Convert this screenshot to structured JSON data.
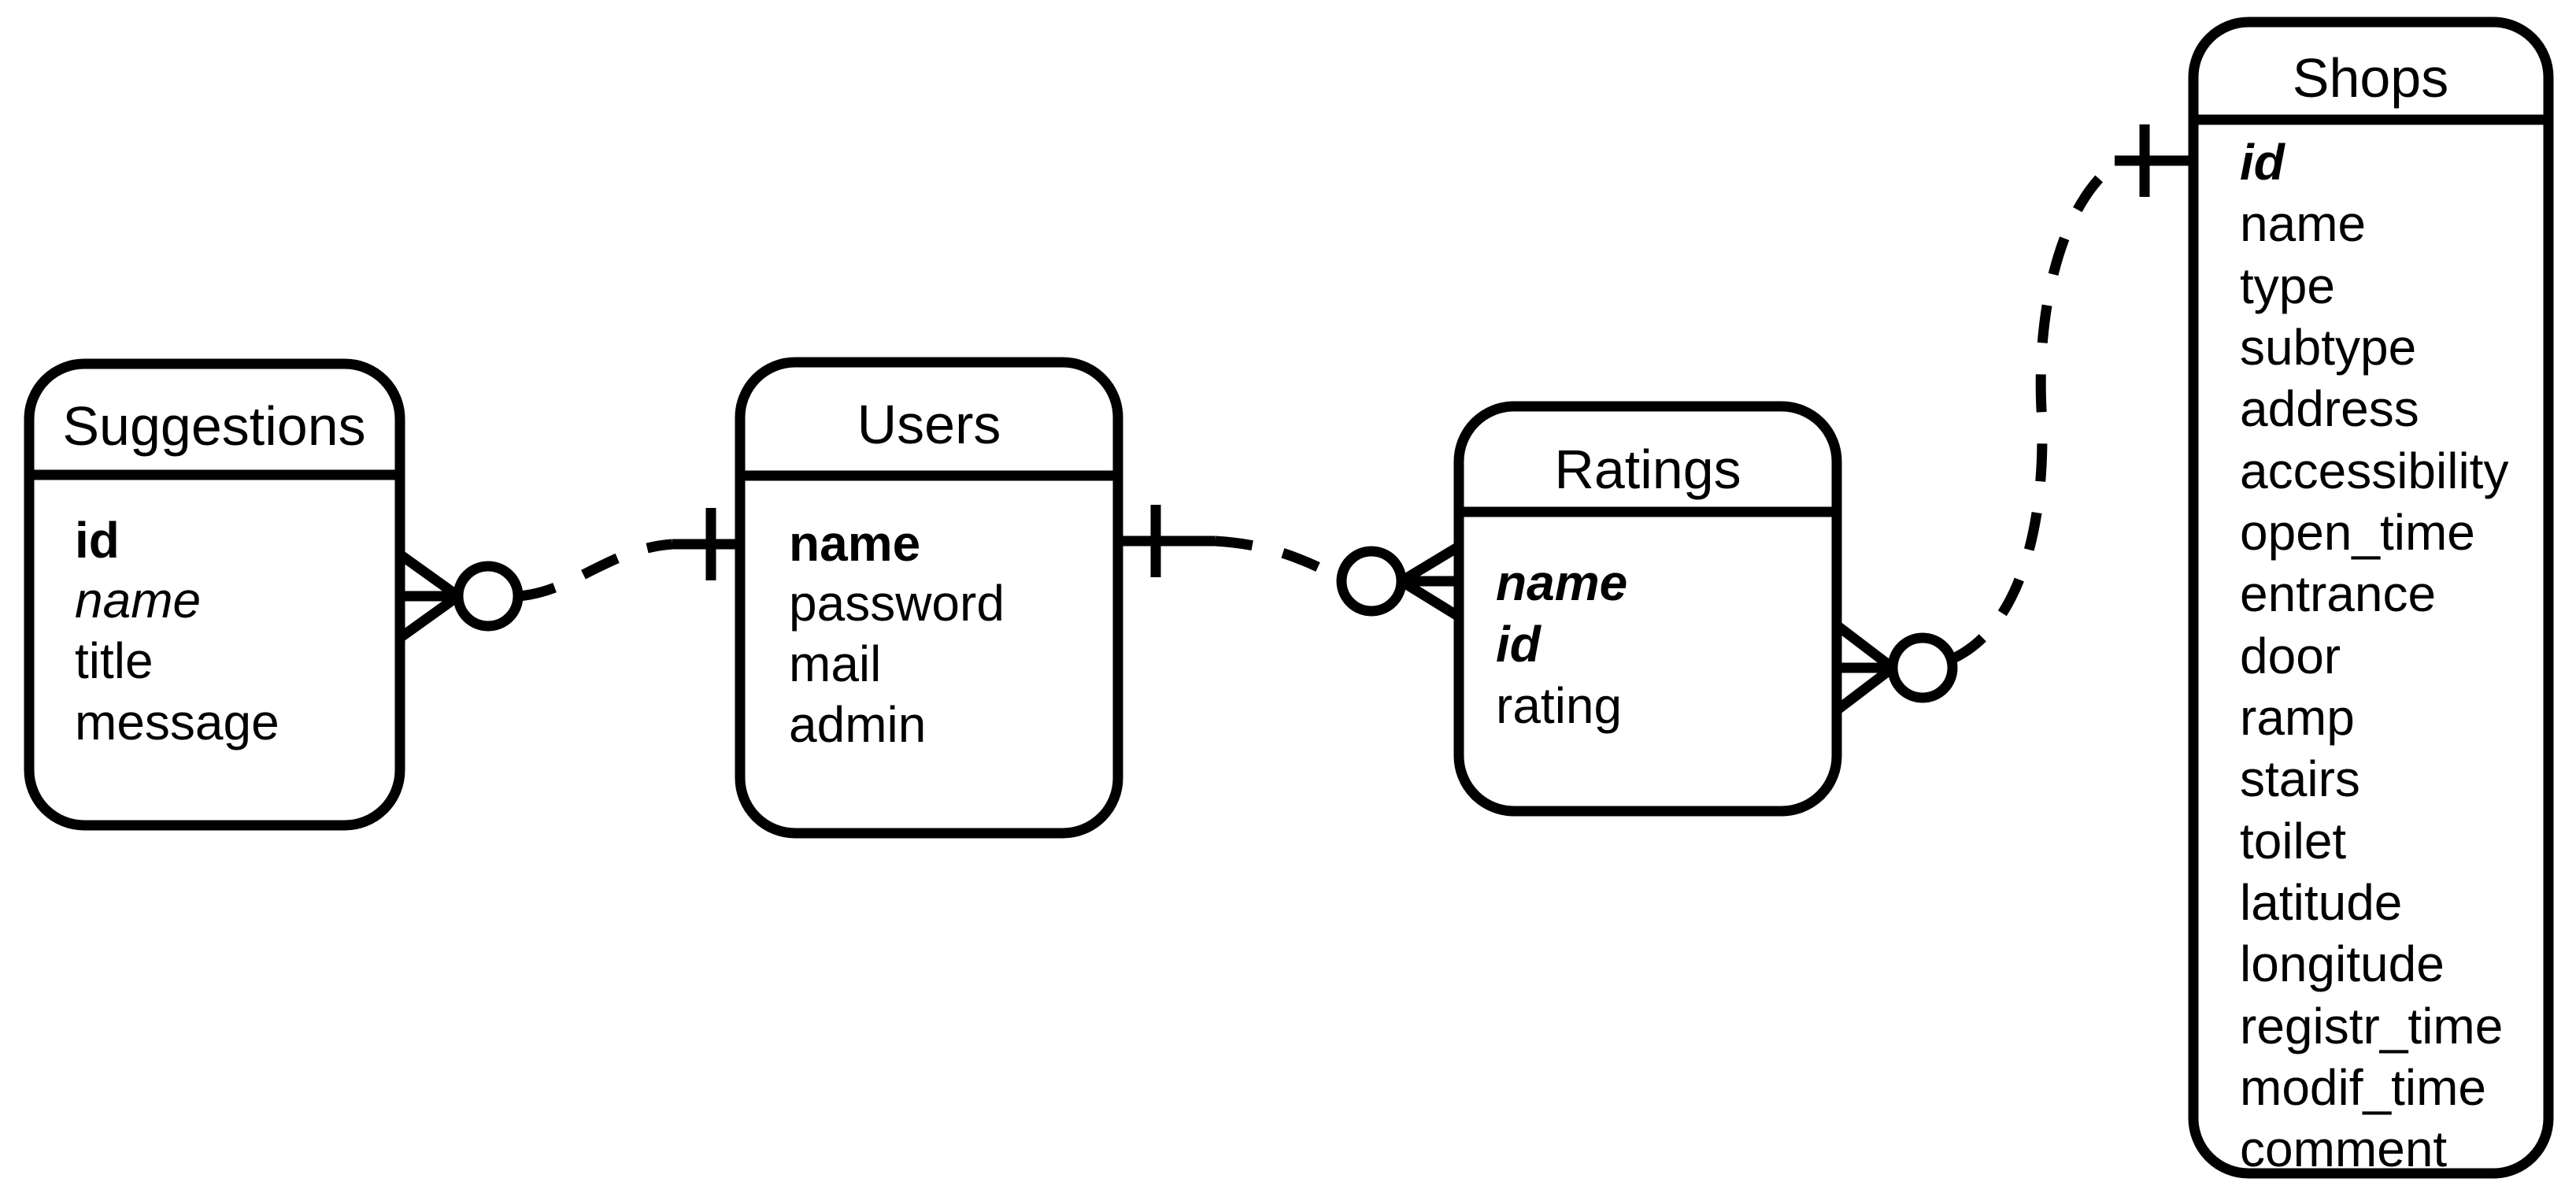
{
  "diagram": {
    "kind": "entity-relationship-diagram",
    "notation": "crows-foot",
    "background_color": "#ffffff",
    "line_color": "#000000",
    "relationship_line_style": "dashed"
  },
  "entities": [
    {
      "title": "Suggestions",
      "fields": [
        {
          "text": "id",
          "style": "bold"
        },
        {
          "text": "name",
          "style": "italic"
        },
        {
          "text": "title",
          "style": "regular"
        },
        {
          "text": "message",
          "style": "regular"
        }
      ]
    },
    {
      "title": "Users",
      "fields": [
        {
          "text": "name",
          "style": "bold"
        },
        {
          "text": "password",
          "style": "regular"
        },
        {
          "text": "mail",
          "style": "regular"
        },
        {
          "text": "admin",
          "style": "regular"
        }
      ]
    },
    {
      "title": "Ratings",
      "fields": [
        {
          "text": "name",
          "style": "bold-italic"
        },
        {
          "text": "id",
          "style": "bold-italic"
        },
        {
          "text": "rating",
          "style": "regular"
        }
      ]
    },
    {
      "title": "Shops",
      "fields": [
        {
          "text": "id",
          "style": "bold-italic"
        },
        {
          "text": "name",
          "style": "regular"
        },
        {
          "text": "type",
          "style": "regular"
        },
        {
          "text": "subtype",
          "style": "regular"
        },
        {
          "text": "address",
          "style": "regular"
        },
        {
          "text": "accessibility",
          "style": "regular"
        },
        {
          "text": "open_time",
          "style": "regular"
        },
        {
          "text": "entrance",
          "style": "regular"
        },
        {
          "text": "door",
          "style": "regular"
        },
        {
          "text": "ramp",
          "style": "regular"
        },
        {
          "text": "stairs",
          "style": "regular"
        },
        {
          "text": "toilet",
          "style": "regular"
        },
        {
          "text": "latitude",
          "style": "regular"
        },
        {
          "text": "longitude",
          "style": "regular"
        },
        {
          "text": "registr_time",
          "style": "regular"
        },
        {
          "text": "modif_time",
          "style": "regular"
        },
        {
          "text": "comment",
          "style": "regular"
        }
      ]
    }
  ],
  "relationships": [
    {
      "from": "Suggestions",
      "from_cardinality": "zero-or-many",
      "to": "Users",
      "to_cardinality": "one",
      "line": "dashed"
    },
    {
      "from": "Users",
      "from_cardinality": "one",
      "to": "Ratings",
      "to_cardinality": "zero-or-many",
      "line": "dashed"
    },
    {
      "from": "Ratings",
      "from_cardinality": "zero-or-many",
      "to": "Shops",
      "to_cardinality": "one",
      "line": "dashed"
    }
  ]
}
